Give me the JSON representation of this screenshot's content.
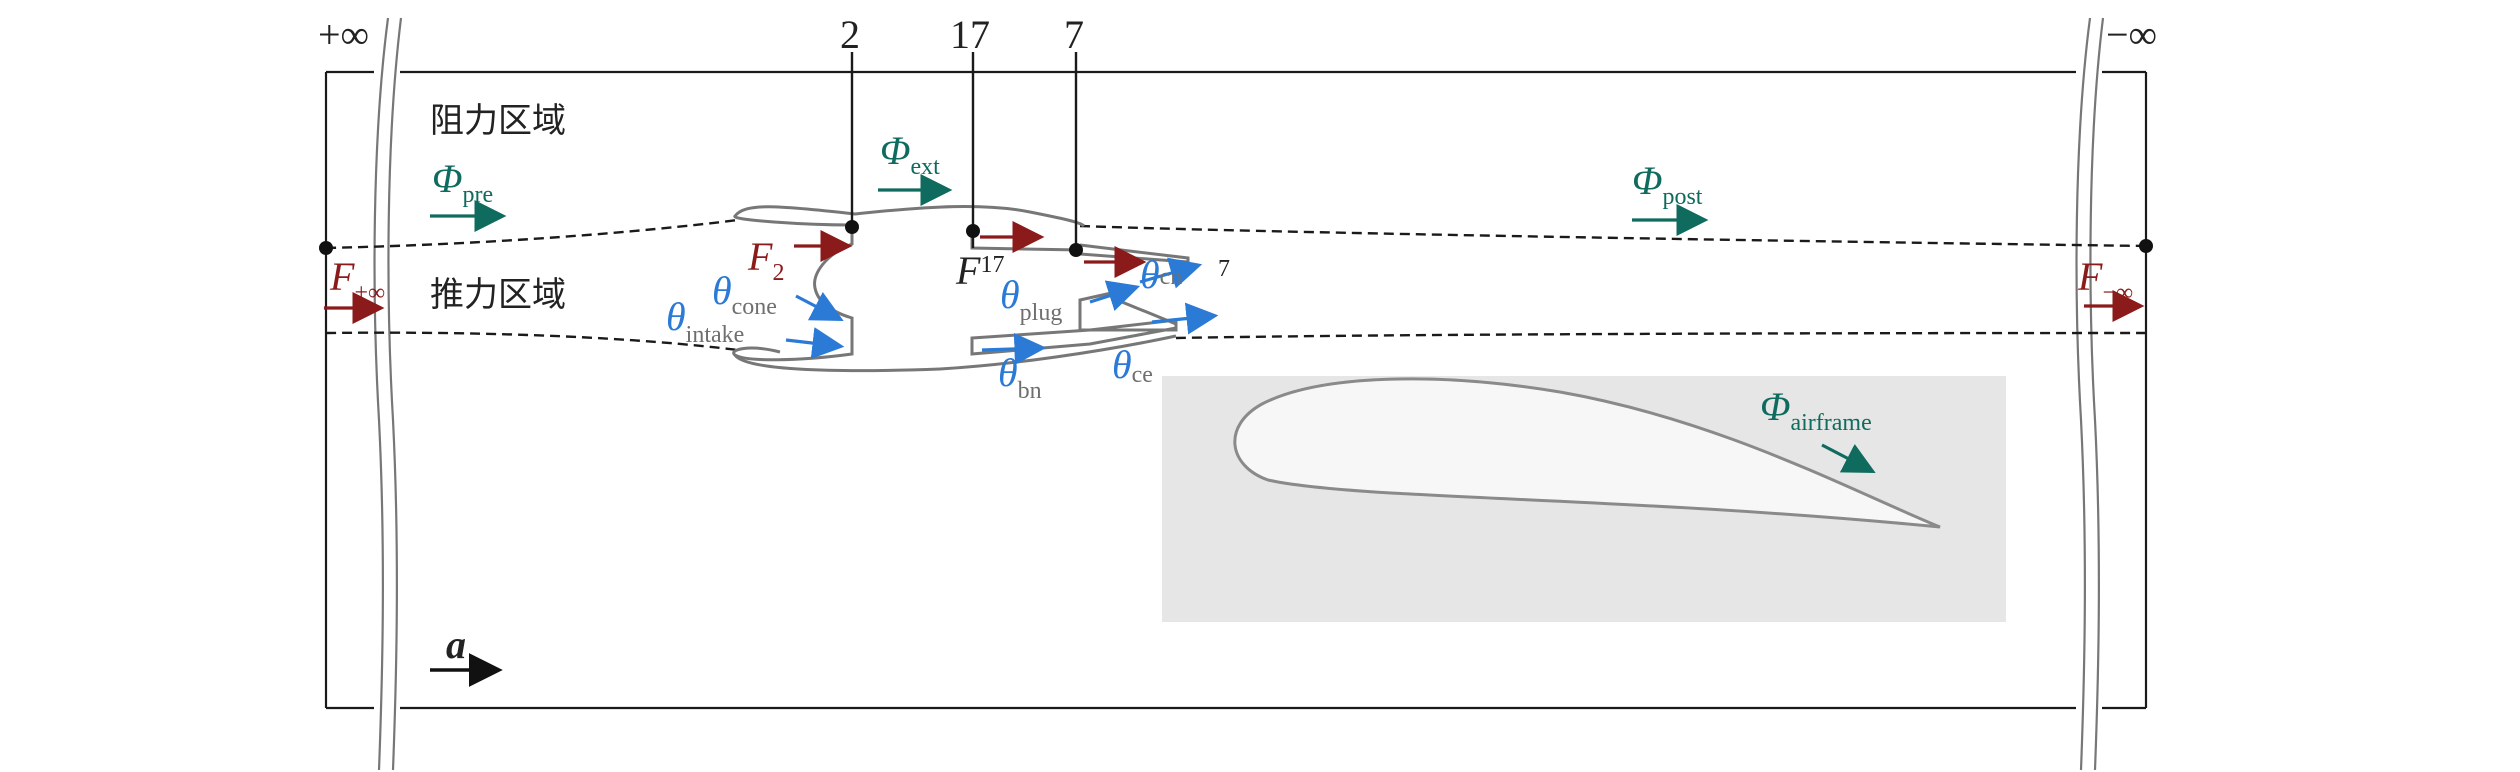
{
  "stations": {
    "plus_inf": "+∞",
    "s2": "2",
    "s17": "17",
    "s7": "7",
    "minus_inf": "−∞"
  },
  "regions": {
    "drag": "阻力区域",
    "thrust": "推力区域"
  },
  "forces": {
    "f_plus_inf": {
      "main": "F",
      "sub": "+∞"
    },
    "f2": {
      "main": "F",
      "sub": "2"
    },
    "f17": {
      "main": "F",
      "sub": "17"
    },
    "f_minus_inf": {
      "main": "F",
      "sub": "−∞"
    }
  },
  "phi": {
    "pre": {
      "main": "Φ",
      "sub": "pre"
    },
    "ext": {
      "main": "Φ",
      "sub": "ext"
    },
    "post": {
      "main": "Φ",
      "sub": "post"
    },
    "airframe": {
      "main": "Φ",
      "sub": "airframe"
    }
  },
  "theta": {
    "intake": {
      "main": "θ",
      "sub": "intake"
    },
    "cone": {
      "main": "θ",
      "sub": "cone"
    },
    "plug": {
      "main": "θ",
      "sub": "plug"
    },
    "bn": {
      "main": "θ",
      "sub": "bn"
    },
    "cn": {
      "main": "θ",
      "sub": "cn"
    },
    "ce": {
      "main": "θ",
      "sub": "ce"
    }
  },
  "small_seven": "7",
  "acceleration_label": "a",
  "colors": {
    "force_red": "#8b1a1a",
    "theta_blue": "#2b7ad6",
    "phi_teal": "#0f6b5e",
    "airframe_gray": "#e6e6e6",
    "outline": "#1a1a1a"
  }
}
